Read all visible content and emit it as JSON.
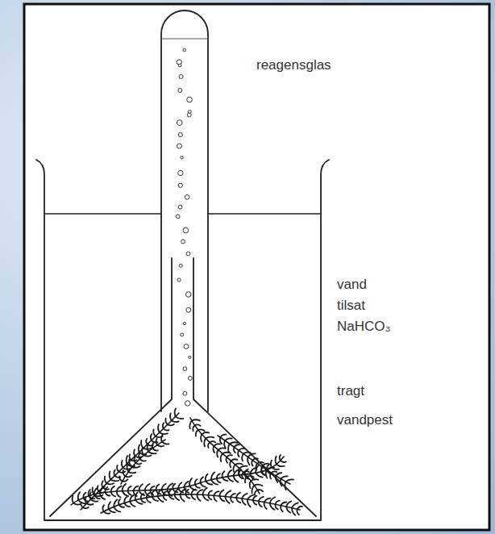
{
  "diagram": {
    "labels": [
      "reagensglas",
      "vand tilsat NaHCO₃",
      "tragt",
      "vandpest"
    ]
  }
}
